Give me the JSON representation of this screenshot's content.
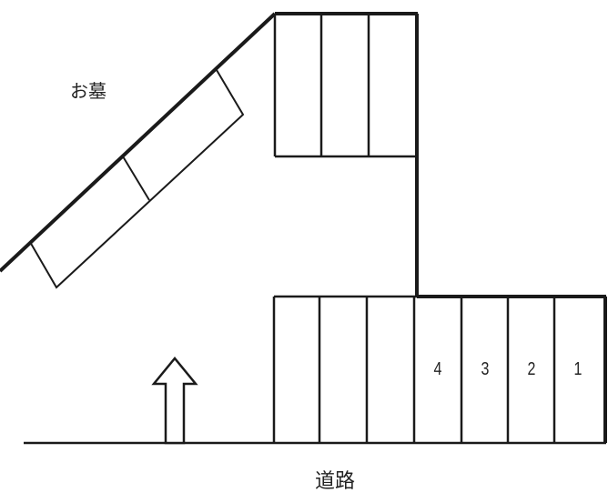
{
  "diagram": {
    "type": "parking-lot-layout",
    "labels": {
      "cemetery": "お墓",
      "road": "道路"
    },
    "entrance_arrow": {
      "direction": "up",
      "meaning": "entrance from road"
    },
    "sections": {
      "diagonal_row": {
        "spaces": 3,
        "numbered": false
      },
      "top_row": {
        "spaces": 3,
        "numbered": false
      },
      "bottom_row": {
        "spaces": 7,
        "numbers": [
          "",
          "",
          "",
          "4",
          "3",
          "2",
          "1"
        ]
      }
    },
    "colors": {
      "line": "#1a1a1a",
      "background": "#ffffff"
    }
  }
}
